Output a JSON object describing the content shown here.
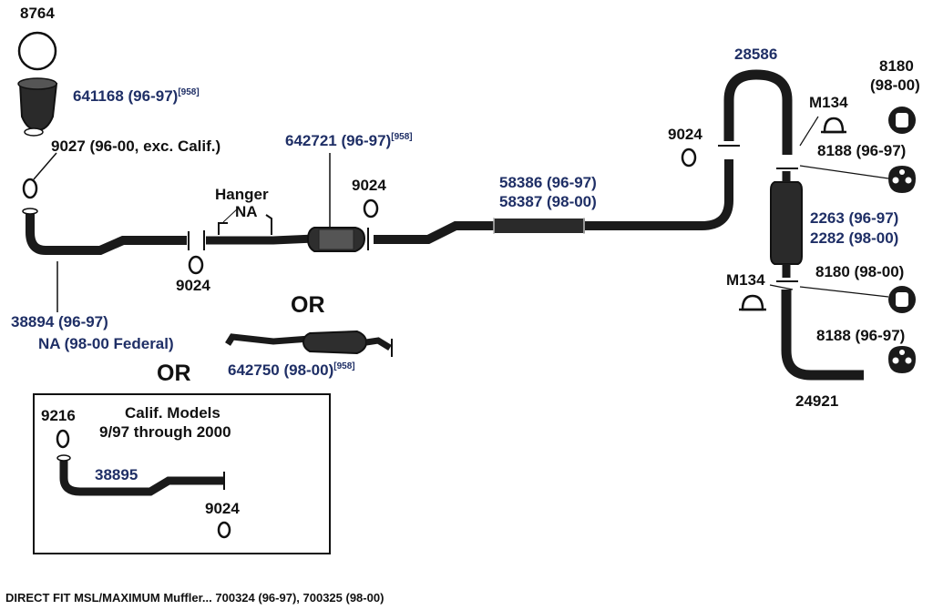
{
  "colors": {
    "part_number": "#1f2f66",
    "text": "#111111",
    "pipe": "#1a1a1a"
  },
  "labels": {
    "l8764": "8764",
    "l641168": "641168 (96-97)",
    "l641168_ref": "[958]",
    "l9027": "9027 (96-00, exc. Calif.)",
    "l642721": "642721 (96-97)",
    "l642721_ref": "[958]",
    "hanger": "Hanger",
    "hanger_na": "NA",
    "l9024_a": "9024",
    "l9024_b": "9024",
    "l9024_c": "9024",
    "l9024_d": "9024",
    "l58386": "58386 (96-97)",
    "l58387": "58387 (98-00)",
    "l28586": "28586",
    "m134_top": "M134",
    "m134_bottom": "M134",
    "l8180_top": "8180",
    "l8180_top_year": "(98-00)",
    "l8188_top": "8188 (96-97)",
    "l2263": "2263 (96-97)",
    "l2282": "2282 (98-00)",
    "l8180_bottom": "8180 (98-00)",
    "l8188_bottom": "8188 (96-97)",
    "l24921": "24921",
    "l38894": "38894 (96-97)",
    "l38894_na": "NA (98-00 Federal)",
    "or_1": "OR",
    "or_2": "OR",
    "l642750": "642750 (98-00)",
    "l642750_ref": "[958]",
    "inset_title_1": "Calif. Models",
    "inset_title_2": "9/97 through 2000",
    "l9216": "9216",
    "l38895": "38895"
  },
  "footer": "DIRECT FIT MSL/MAXIMUM Muffler... 700324 (96-97), 700325 (98-00)"
}
